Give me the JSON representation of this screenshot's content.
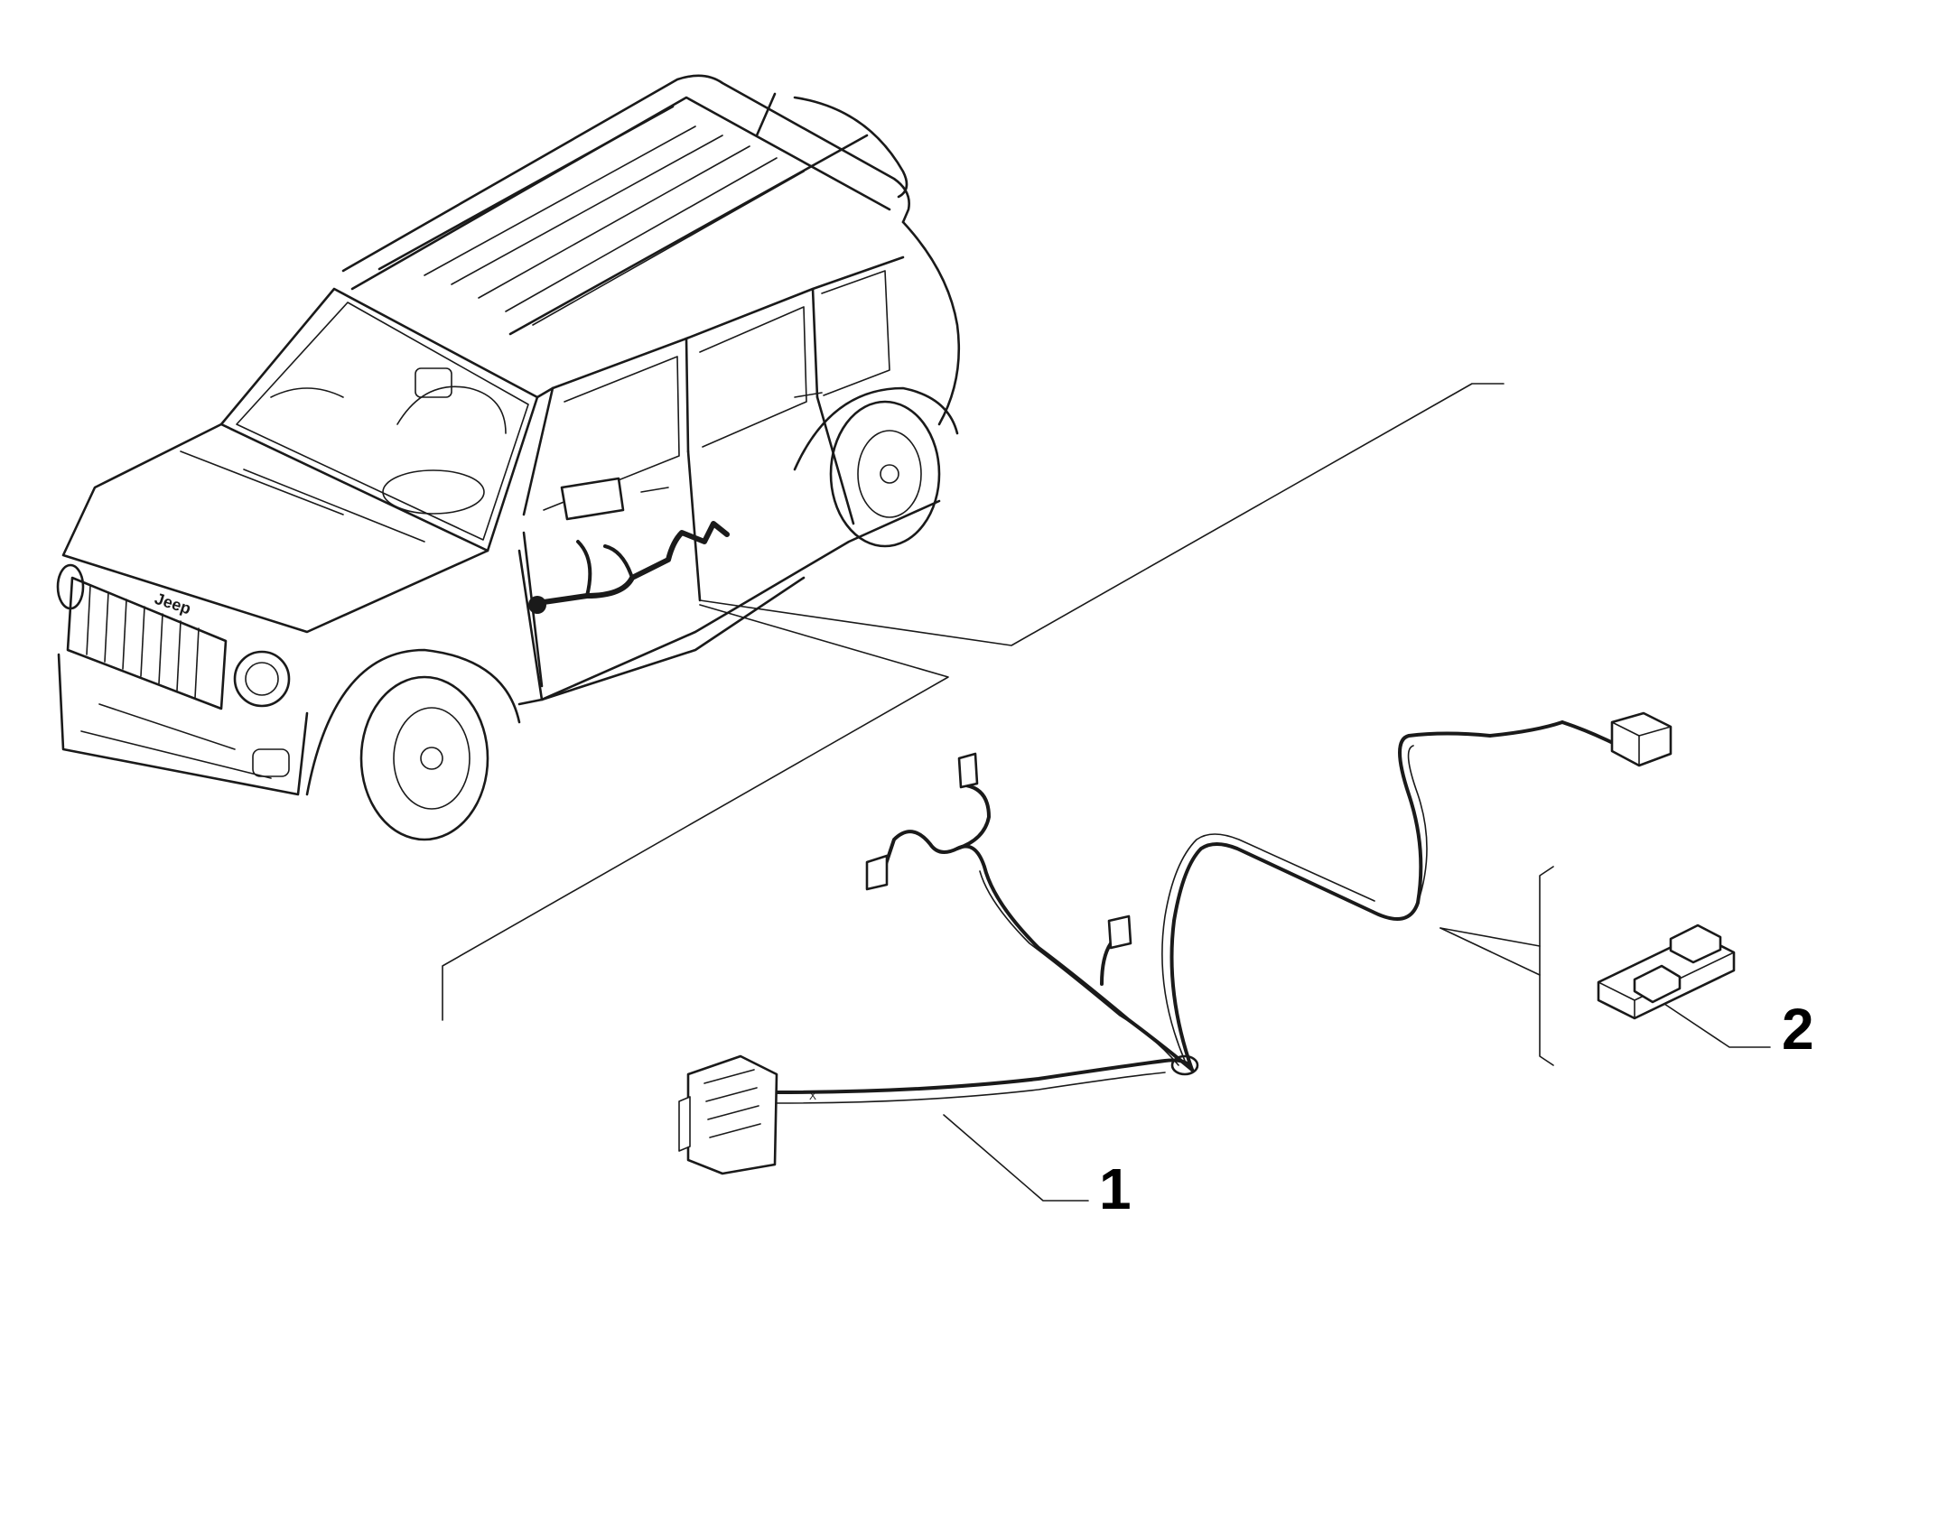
{
  "diagram": {
    "vehicle_badge": "Jeep",
    "connector_mark": "X",
    "callouts": [
      {
        "id": "1",
        "label": "1"
      },
      {
        "id": "2",
        "label": "2"
      }
    ],
    "colors": {
      "line": "#1a1a1a",
      "background": "#ffffff"
    }
  }
}
